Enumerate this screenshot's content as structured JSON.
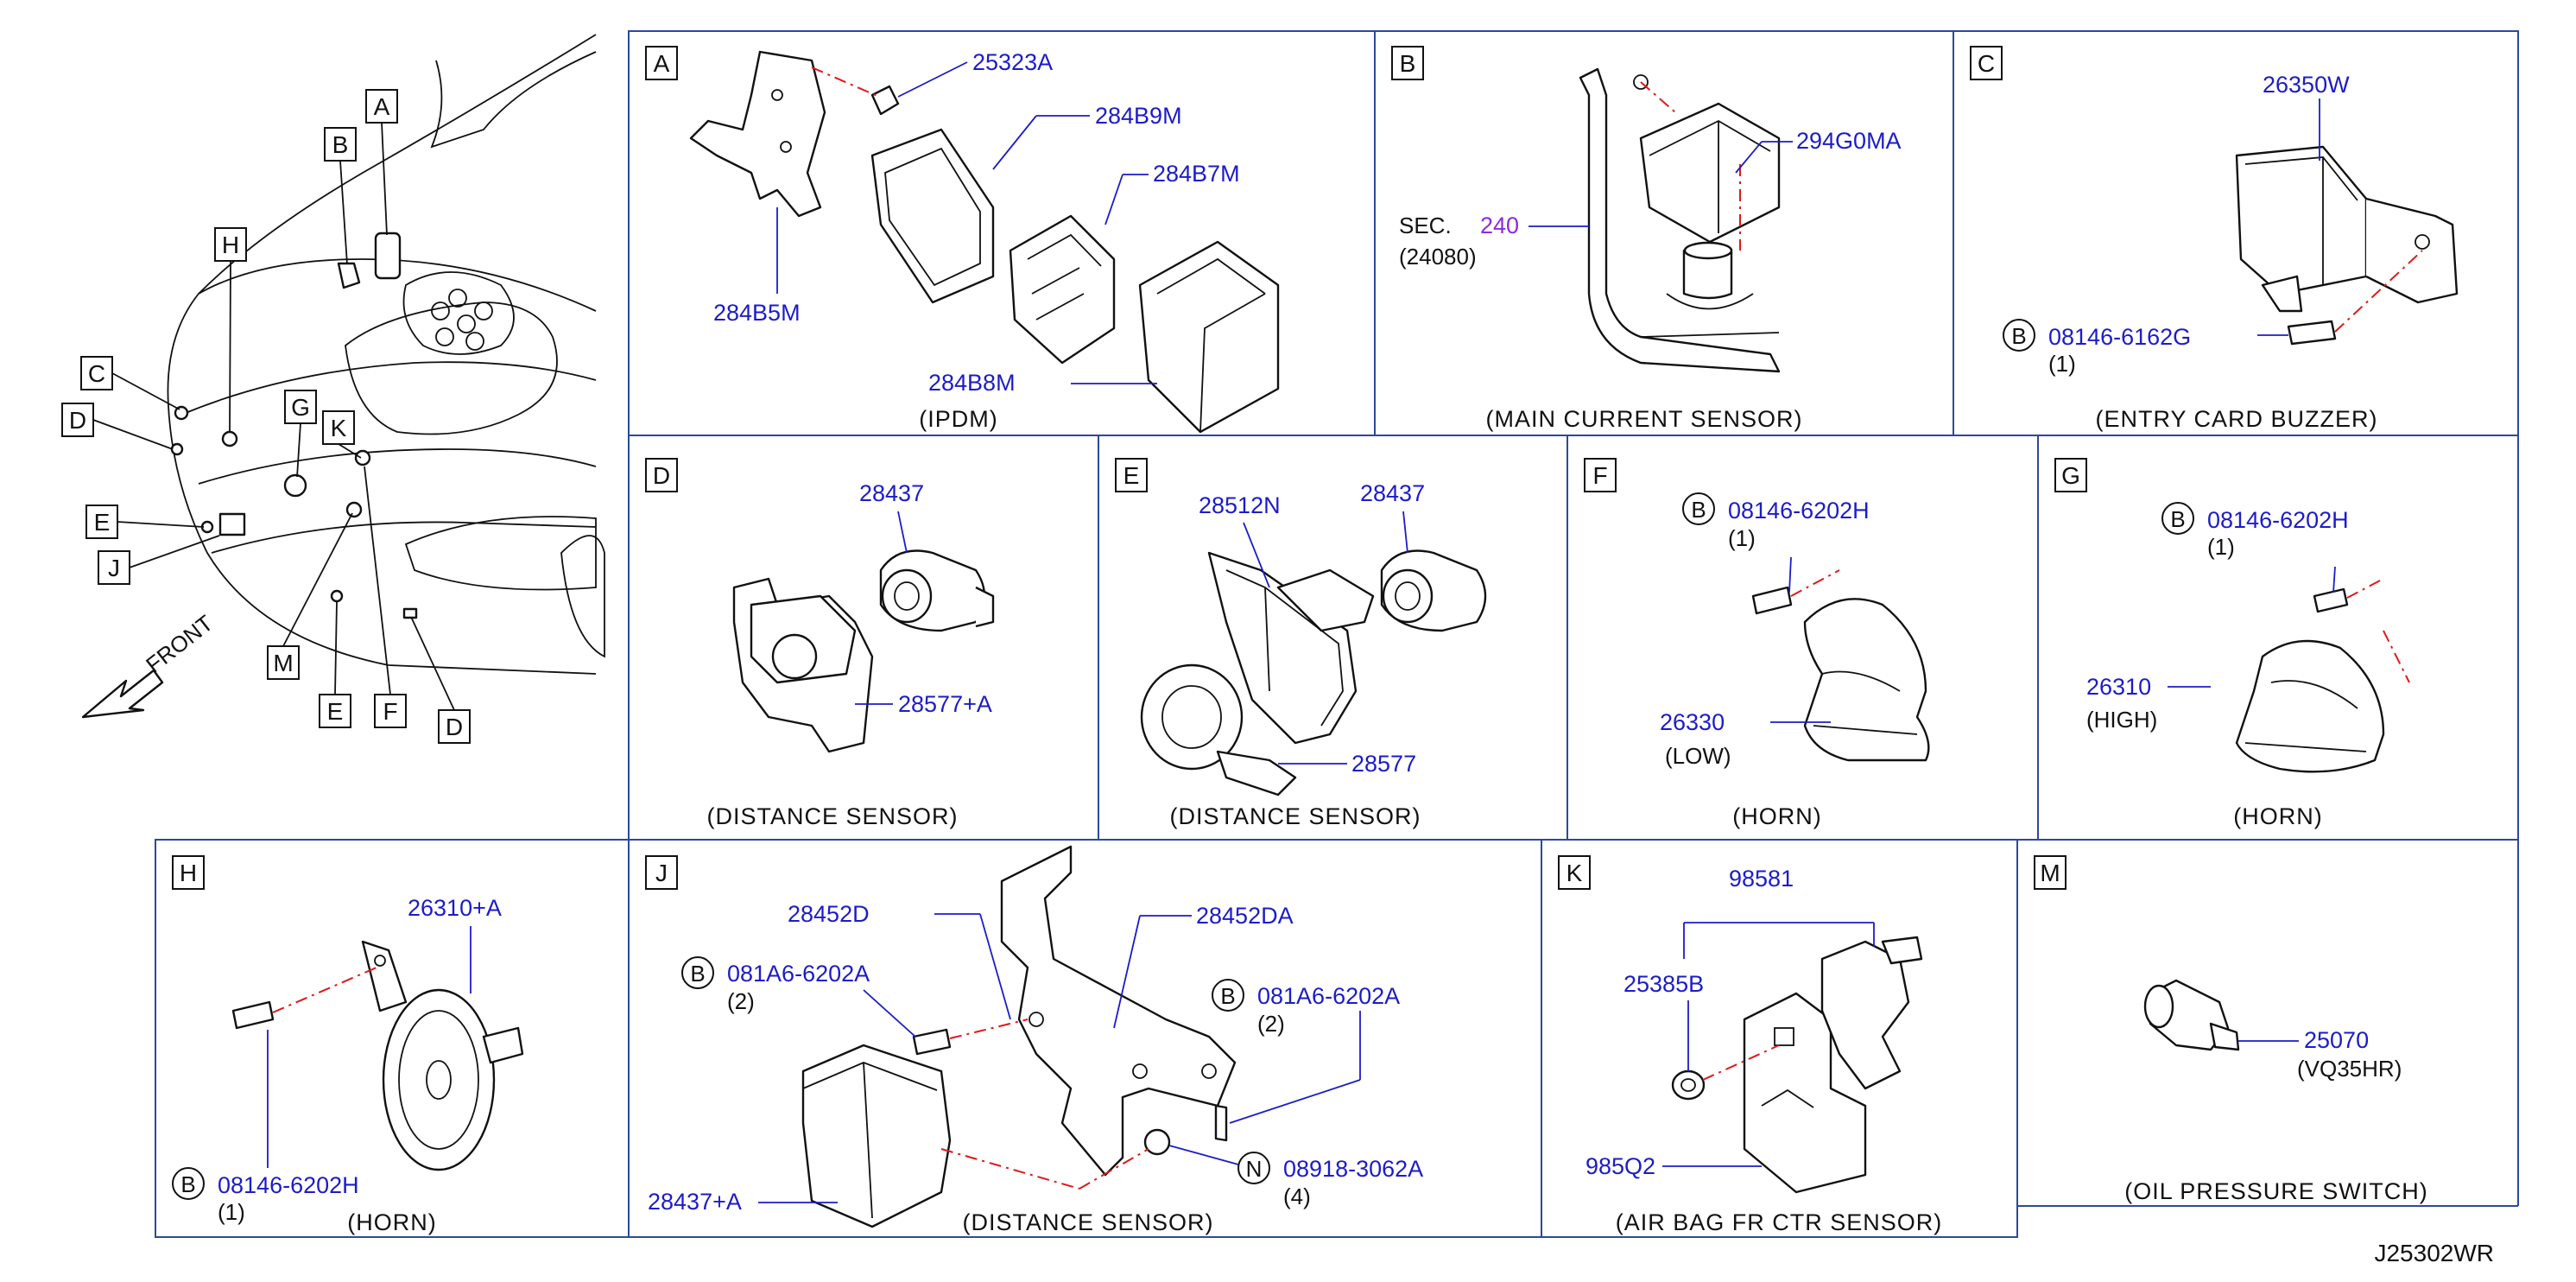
{
  "diagram_id": "J25302WR",
  "overview": {
    "callouts": [
      "A",
      "B",
      "H",
      "C",
      "D",
      "G",
      "K",
      "E",
      "J",
      "M",
      "E",
      "F",
      "D"
    ],
    "front_label": "FRONT"
  },
  "panels": {
    "A": {
      "letter": "A",
      "caption": "(IPDM)",
      "parts": [
        "25323A",
        "284B9M",
        "284B7M",
        "284B5M",
        "284B8M"
      ]
    },
    "B": {
      "letter": "B",
      "caption": "(MAIN   CURRENT   SENSOR)",
      "sec_prefix": "SEC.",
      "sec_num": "240",
      "sec_ref": "(24080)",
      "parts": [
        "294G0MA"
      ]
    },
    "C": {
      "letter": "C",
      "caption": "(ENTRY   CARD   BUZZER)",
      "parts": [
        "26350W"
      ],
      "bolt": {
        "circle": "B",
        "num": "08146-6162G",
        "qty": "(1)"
      }
    },
    "D": {
      "letter": "D",
      "caption": "(DISTANCE   SENSOR)",
      "parts": [
        "28437",
        "28577+A"
      ]
    },
    "E": {
      "letter": "E",
      "caption": "(DISTANCE   SENSOR)",
      "parts": [
        "28512N",
        "28437",
        "28577"
      ]
    },
    "F": {
      "letter": "F",
      "caption": "(HORN)",
      "parts": [
        "26330"
      ],
      "sub": "(LOW)",
      "bolt": {
        "circle": "B",
        "num": "08146-6202H",
        "qty": "(1)"
      }
    },
    "G": {
      "letter": "G",
      "caption": "(HORN)",
      "parts": [
        "26310"
      ],
      "sub": "(HIGH)",
      "bolt": {
        "circle": "B",
        "num": "08146-6202H",
        "qty": "(1)"
      }
    },
    "H": {
      "letter": "H",
      "caption": "(HORN)",
      "parts": [
        "26310+A"
      ],
      "bolt": {
        "circle": "B",
        "num": "08146-6202H",
        "qty": "(1)"
      }
    },
    "J": {
      "letter": "J",
      "caption": "(DISTANCE   SENSOR)",
      "parts": [
        "28452D",
        "28452DA",
        "28437+A"
      ],
      "bolt1": {
        "circle": "B",
        "num": "081A6-6202A",
        "qty": "(2)"
      },
      "bolt2": {
        "circle": "B",
        "num": "081A6-6202A",
        "qty": "(2)"
      },
      "nut": {
        "circle": "N",
        "num": "08918-3062A",
        "qty": "(4)"
      }
    },
    "K": {
      "letter": "K",
      "caption": "(AIR   BAG   FR   CTR   SENSOR)",
      "parts": [
        "98581",
        "25385B",
        "985Q2"
      ]
    },
    "M": {
      "letter": "M",
      "caption": "(OIL   PRESSURE   SWITCH)",
      "parts": [
        "25070"
      ],
      "sub": "(VQ35HR)"
    }
  },
  "colors": {
    "part_number": "#1c1cc8",
    "section_ref": "#8a2be2",
    "panel_border": "#2a4a9a",
    "leader_dash": "#e01818"
  }
}
